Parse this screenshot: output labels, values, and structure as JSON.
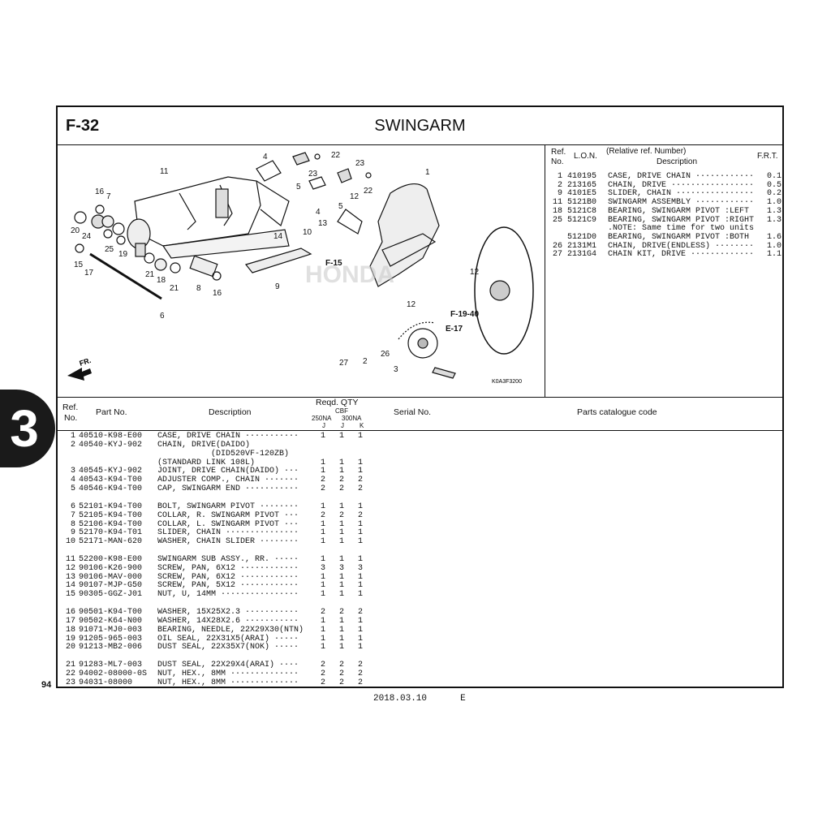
{
  "header": {
    "code": "F-32",
    "title": "SWINGARM"
  },
  "page_number": "94",
  "section_tab": "3",
  "footer": {
    "date": "2018.03.10",
    "edition": "E"
  },
  "diagram": {
    "callouts": [
      "11",
      "16",
      "7",
      "20",
      "24",
      "25",
      "19",
      "15",
      "17",
      "6",
      "21",
      "18",
      "21",
      "8",
      "16",
      "4",
      "22",
      "23",
      "5",
      "23",
      "4",
      "5",
      "12",
      "22",
      "13",
      "14",
      "10",
      "9",
      "F-15",
      "1",
      "12",
      "12",
      "F-19-40",
      "E-17",
      "26",
      "27",
      "2",
      "3"
    ],
    "fr_label": "FR.",
    "watermark": "HONDA",
    "drawing_code": "K0A3F3200"
  },
  "ref_panel": {
    "headers": {
      "ref": "Ref.",
      "no": "No.",
      "lon": "L.O.N.",
      "relative": "(Relative ref. Number)",
      "description": "Description",
      "frt": "F.R.T."
    },
    "rows": [
      {
        "ref": "1",
        "lon": "410195",
        "desc": "CASE, DRIVE CHAIN ············",
        "frt": "0.1"
      },
      {
        "ref": "2",
        "lon": "213165",
        "desc": "CHAIN, DRIVE ·················",
        "frt": "0.5"
      },
      {
        "ref": "9",
        "lon": "4101E5",
        "desc": "SLIDER, CHAIN ················",
        "frt": "0.2"
      },
      {
        "ref": "11",
        "lon": "5121B0",
        "desc": "SWINGARM ASSEMBLY ············",
        "frt": "1.0"
      },
      {
        "ref": "18",
        "lon": "5121C8",
        "desc": "BEARING, SWINGARM PIVOT :LEFT",
        "frt": "1.3"
      },
      {
        "ref": "25",
        "lon": "5121C9",
        "desc": "BEARING, SWINGARM PIVOT :RIGHT",
        "frt": "1.3"
      },
      {
        "ref": "",
        "lon": "",
        "desc": ".NOTE: Same time for two units",
        "frt": ""
      },
      {
        "ref": "",
        "lon": "5121D0",
        "desc": "BEARING, SWINGARM PIVOT :BOTH",
        "frt": "1.6"
      },
      {
        "ref": "26",
        "lon": "2131M1",
        "desc": "CHAIN, DRIVE(ENDLESS) ········",
        "frt": "1.0"
      },
      {
        "ref": "27",
        "lon": "2131G4",
        "desc": "CHAIN KIT, DRIVE ·············",
        "frt": "1.1"
      }
    ]
  },
  "parts_table": {
    "headers": {
      "ref": "Ref.",
      "no": "No.",
      "part_no": "Part No.",
      "description": "Description",
      "reqd_qty": "Reqd. QTY",
      "cbf": "CBF",
      "col_250na": "250NA",
      "col_300na": "300NA",
      "j1": "J",
      "j2": "J",
      "k": "K",
      "serial": "Serial No.",
      "catalogue": "Parts catalogue code"
    },
    "rows": [
      {
        "ref": "1",
        "part": "40510-K98-E00",
        "desc": "CASE, DRIVE CHAIN ···········",
        "q1": "1",
        "q2": "1",
        "q3": "1"
      },
      {
        "ref": "2",
        "part": "40540-KYJ-902",
        "desc": "CHAIN, DRIVE(DAIDO)",
        "q1": "",
        "q2": "",
        "q3": ""
      },
      {
        "ref": "",
        "part": "",
        "desc": "           (DID520VF-120ZB)",
        "q1": "",
        "q2": "",
        "q3": ""
      },
      {
        "ref": "",
        "part": "",
        "desc": "(STANDARD LINK 108L)",
        "q1": "1",
        "q2": "1",
        "q3": "1"
      },
      {
        "ref": "3",
        "part": "40545-KYJ-902",
        "desc": "JOINT, DRIVE CHAIN(DAIDO) ···",
        "q1": "1",
        "q2": "1",
        "q3": "1"
      },
      {
        "ref": "4",
        "part": "40543-K94-T00",
        "desc": "ADJUSTER COMP., CHAIN ·······",
        "q1": "2",
        "q2": "2",
        "q3": "2"
      },
      {
        "ref": "5",
        "part": "40546-K94-T00",
        "desc": "CAP, SWINGARM END ···········",
        "q1": "2",
        "q2": "2",
        "q3": "2"
      },
      {
        "ref": "",
        "part": "",
        "desc": "",
        "q1": "",
        "q2": "",
        "q3": ""
      },
      {
        "ref": "6",
        "part": "52101-K94-T00",
        "desc": "BOLT, SWINGARM PIVOT ········",
        "q1": "1",
        "q2": "1",
        "q3": "1"
      },
      {
        "ref": "7",
        "part": "52105-K94-T00",
        "desc": "COLLAR, R. SWINGARM PIVOT ···",
        "q1": "2",
        "q2": "2",
        "q3": "2"
      },
      {
        "ref": "8",
        "part": "52106-K94-T00",
        "desc": "COLLAR, L. SWINGARM PIVOT ···",
        "q1": "1",
        "q2": "1",
        "q3": "1"
      },
      {
        "ref": "9",
        "part": "52170-K94-T01",
        "desc": "SLIDER, CHAIN ···············",
        "q1": "1",
        "q2": "1",
        "q3": "1"
      },
      {
        "ref": "10",
        "part": "52171-MAN-620",
        "desc": "WASHER, CHAIN SLIDER ········",
        "q1": "1",
        "q2": "1",
        "q3": "1"
      },
      {
        "ref": "",
        "part": "",
        "desc": "",
        "q1": "",
        "q2": "",
        "q3": ""
      },
      {
        "ref": "11",
        "part": "52200-K98-E00",
        "desc": "SWINGARM SUB ASSY., RR. ·····",
        "q1": "1",
        "q2": "1",
        "q3": "1"
      },
      {
        "ref": "12",
        "part": "90106-K26-900",
        "desc": "SCREW, PAN, 6X12 ············",
        "q1": "3",
        "q2": "3",
        "q3": "3"
      },
      {
        "ref": "13",
        "part": "90106-MAV-000",
        "desc": "SCREW, PAN, 6X12 ············",
        "q1": "1",
        "q2": "1",
        "q3": "1"
      },
      {
        "ref": "14",
        "part": "90107-MJP-G50",
        "desc": "SCREW, PAN, 5X12 ············",
        "q1": "1",
        "q2": "1",
        "q3": "1"
      },
      {
        "ref": "15",
        "part": "90305-GGZ-J01",
        "desc": "NUT, U, 14MM ················",
        "q1": "1",
        "q2": "1",
        "q3": "1"
      },
      {
        "ref": "",
        "part": "",
        "desc": "",
        "q1": "",
        "q2": "",
        "q3": ""
      },
      {
        "ref": "16",
        "part": "90501-K94-T00",
        "desc": "WASHER, 15X25X2.3 ···········",
        "q1": "2",
        "q2": "2",
        "q3": "2"
      },
      {
        "ref": "17",
        "part": "90502-K64-N00",
        "desc": "WASHER, 14X28X2.6 ···········",
        "q1": "1",
        "q2": "1",
        "q3": "1"
      },
      {
        "ref": "18",
        "part": "91071-MJ0-003",
        "desc": "BEARING, NEEDLE, 22X29X30(NTN)",
        "q1": "1",
        "q2": "1",
        "q3": "1"
      },
      {
        "ref": "19",
        "part": "91205-965-003",
        "desc": "OIL SEAL, 22X31X5(ARAI) ·····",
        "q1": "1",
        "q2": "1",
        "q3": "1"
      },
      {
        "ref": "20",
        "part": "91213-MB2-006",
        "desc": "DUST SEAL, 22X35X7(NOK) ·····",
        "q1": "1",
        "q2": "1",
        "q3": "1"
      },
      {
        "ref": "",
        "part": "",
        "desc": "",
        "q1": "",
        "q2": "",
        "q3": ""
      },
      {
        "ref": "21",
        "part": "91283-ML7-003",
        "desc": "DUST SEAL, 22X29X4(ARAI) ····",
        "q1": "2",
        "q2": "2",
        "q3": "2"
      },
      {
        "ref": "22",
        "part": "94002-08000-0S",
        "desc": "NUT, HEX., 8MM ··············",
        "q1": "2",
        "q2": "2",
        "q3": "2"
      },
      {
        "ref": "23",
        "part": "94031-08000",
        "desc": "NUT, HEX., 8MM ··············",
        "q1": "2",
        "q2": "2",
        "q3": "2"
      }
    ]
  }
}
